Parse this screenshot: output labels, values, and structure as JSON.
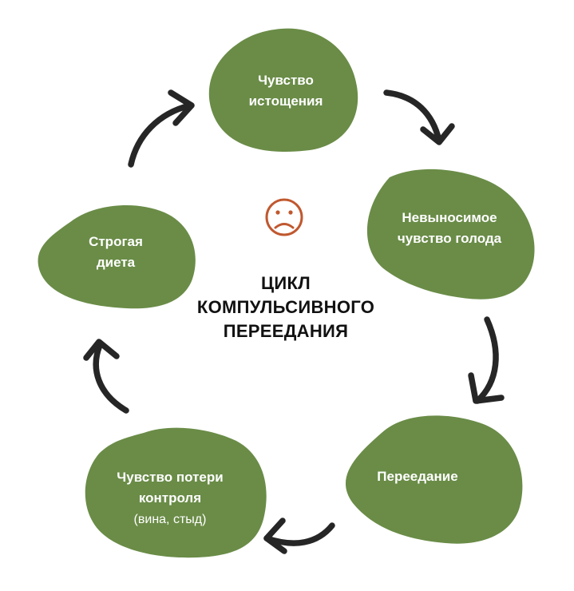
{
  "colors": {
    "node_fill": "#6a8c47",
    "accent": "#c0582f",
    "arrow": "#262626",
    "title": "#111111"
  },
  "center": {
    "icon": "sad-face-icon",
    "title_lines": [
      "ЦИКЛ",
      "КОМПУЛЬСИВНОГО",
      "ПЕРЕЕДАНИЯ"
    ]
  },
  "nodes": {
    "exhaustion": {
      "lines": [
        "Чувство",
        "истощения"
      ]
    },
    "hunger": {
      "lines": [
        "Невыносимое",
        "чувство голода"
      ]
    },
    "overeating": {
      "lines": [
        "Переедание"
      ]
    },
    "loss_of_control": {
      "lines": [
        "Чувство потери",
        "контроля"
      ],
      "sub": "(вина, стыд)"
    },
    "strict_diet": {
      "lines": [
        "Строгая",
        "диета"
      ]
    }
  }
}
